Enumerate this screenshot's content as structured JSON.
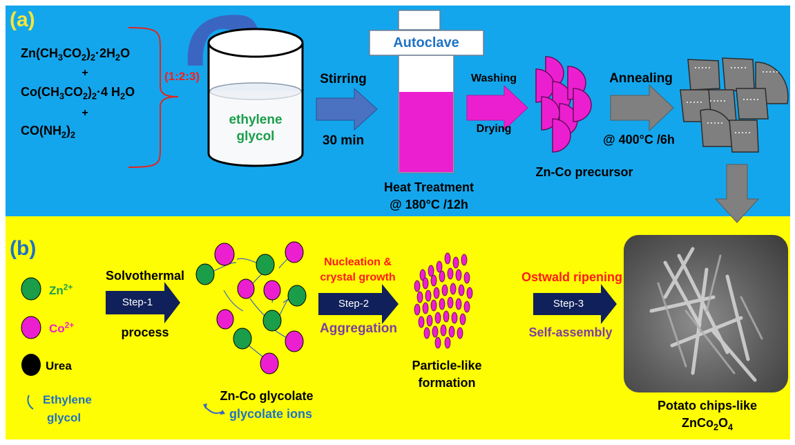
{
  "panel_a": {
    "label": "(a)",
    "reactant_1": {
      "base": "Zn(CH",
      "s1": "3",
      "m1": "CO",
      "s2": "2",
      "m2": ")",
      "s3": "2",
      "tail": "·2H",
      "s4": "2",
      "end": "O"
    },
    "plus_1": "+",
    "reactant_2": {
      "base": "Co(CH",
      "s1": "3",
      "m1": "CO",
      "s2": "2",
      "m2": ")",
      "s3": "2",
      "tail": "·4 H",
      "s4": "2",
      "end": "O"
    },
    "plus_2": "+",
    "reactant_3": {
      "base": "CO(NH",
      "s1": "2",
      "m1": ")",
      "s2": "2"
    },
    "ratio": "(1:2:3)",
    "solvent_line1": "ethylene",
    "solvent_line2": "glycol",
    "stir_label": "Stirring",
    "stir_time": "30 min",
    "autoclave": "Autoclave",
    "heat_line1": "Heat Treatment",
    "heat_line2": "@ 180°C /12h",
    "washing": "Washing",
    "drying": "Drying",
    "precursor": "Zn-Co precursor",
    "annealing": "Annealing",
    "anneal_cond": "@ 400°C /6h"
  },
  "panel_b": {
    "label": "(b)",
    "legend_zn": "Zn",
    "legend_zn_charge": "2+",
    "legend_co": "Co",
    "legend_co_charge": "2+",
    "legend_urea": "Urea",
    "legend_eg_line1": "Ethylene",
    "legend_eg_line2": "glycol",
    "solvothermal": "Solvothermal",
    "process": "process",
    "step1": "Step-1",
    "glycolate": "Zn-Co glycolate",
    "glycolate_ions": "glycolate ions",
    "nucleation_line1": "Nucleation &",
    "nucleation_line2": "crystal growth",
    "step2": "Step-2",
    "aggregation": "Aggregation",
    "particle_line1": "Particle-like",
    "particle_line2": "formation",
    "ostwald": "Ostwald ripening",
    "step3": "Step-3",
    "self_assembly": "Self-assembly",
    "product_line1": "Potato chips-like",
    "product_formula": {
      "a": "ZnCo",
      "s1": "2",
      "b": "O",
      "s2": "4"
    }
  },
  "colors": {
    "panel_a_bg": "#14a6ec",
    "panel_b_bg": "#fffd03",
    "label_yellow": "#f5e63a",
    "label_blue": "#1f72c4",
    "zn_green": "#1a9e4a",
    "co_magenta": "#ec1fd0",
    "text_red": "#ff1a1a",
    "text_purple": "#7b3fa0",
    "text_blue": "#1f72c4",
    "arrow_navy": "#10205a",
    "arrow_steel": "#4a72c0",
    "arrow_gray": "#808080",
    "bracket_red": "#e3241e"
  }
}
